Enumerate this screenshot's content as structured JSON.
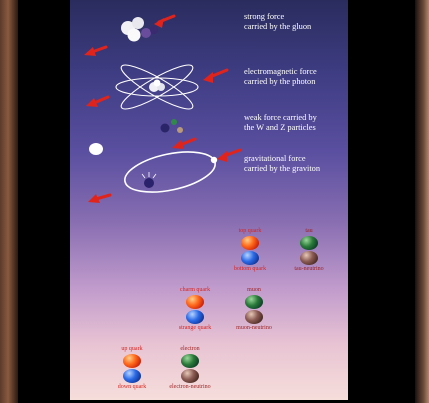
{
  "forces": {
    "strong": {
      "line1": "strong force",
      "line2": "carried by the gluon"
    },
    "electromagnetic": {
      "line1": "electromagnetic force",
      "line2": "carried by the photon"
    },
    "weak": {
      "line1": "weak force carried by",
      "line2": "the W and Z particles"
    },
    "gravitational": {
      "line1": "gravitational force",
      "line2": "carried by the graviton"
    }
  },
  "generations": [
    {
      "quark_top": "top quark",
      "quark_bottom": "bottom quark",
      "lepton_top": "tau",
      "lepton_bottom": "tau-neutrino"
    },
    {
      "quark_top": "charm quark",
      "quark_bottom": "strange quark",
      "lepton_top": "muon",
      "lepton_bottom": "muon-neutrino"
    },
    {
      "quark_top": "up quark",
      "quark_bottom": "down quark",
      "lepton_top": "electron",
      "lepton_bottom": "electron-neutrino"
    }
  ],
  "colors": {
    "arrow": "#e0241c",
    "quark_label": "#d8241e",
    "lepton_label": "#9a1e1e"
  }
}
